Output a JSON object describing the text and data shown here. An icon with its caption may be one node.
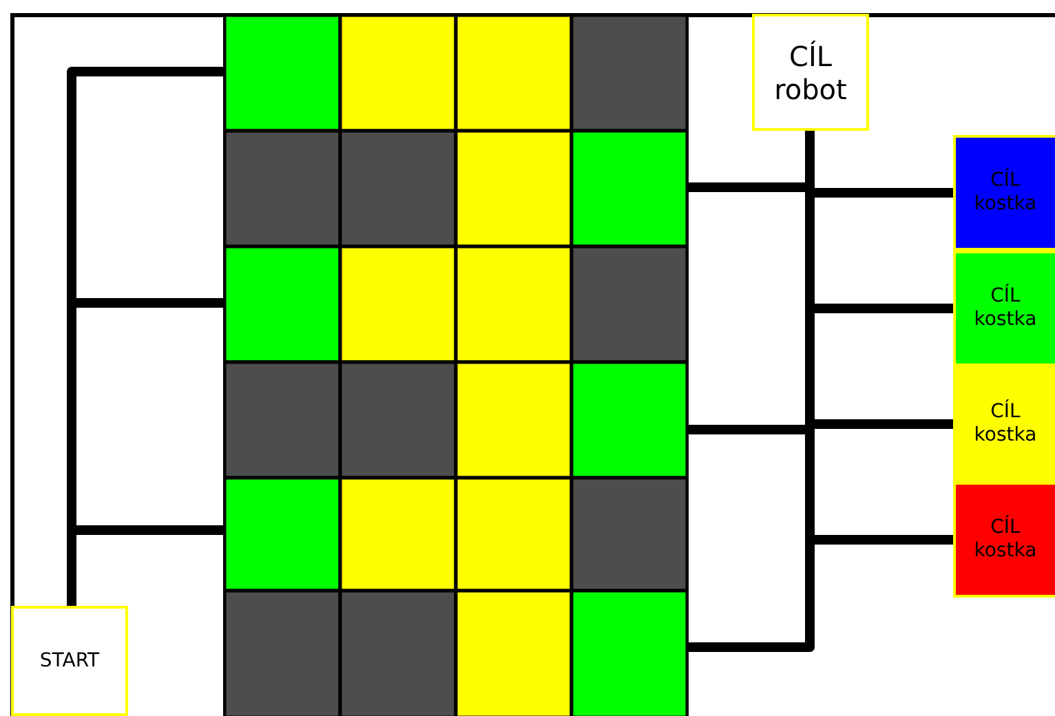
{
  "diagram": {
    "nodes": [
      {
        "text": [
          "START"
        ]
      },
      {
        "text": [],
        "shape": "box"
      },
      {
        "text": [
          "CÍL robot"
        ]
      },
      {
        "text": [
          "CÍL kostka"
        ]
      },
      {
        "text": [
          "CÍL kostka"
        ]
      },
      {
        "text": [
          "CÍL kostka"
        ]
      },
      {
        "text": [
          "CÍL kostka"
        ]
      }
    ],
    "edges": [
      {
        "from": 0,
        "to": 1,
        "arrow": "none"
      },
      {
        "from": 1,
        "to": 2,
        "arrow": "none"
      },
      {
        "from": 2,
        "to": 3,
        "arrow": "none"
      },
      {
        "from": 2,
        "to": 4,
        "arrow": "none"
      },
      {
        "from": 2,
        "to": 5,
        "arrow": "none"
      },
      {
        "from": 2,
        "to": 6,
        "arrow": "none"
      }
    ]
  }
}
